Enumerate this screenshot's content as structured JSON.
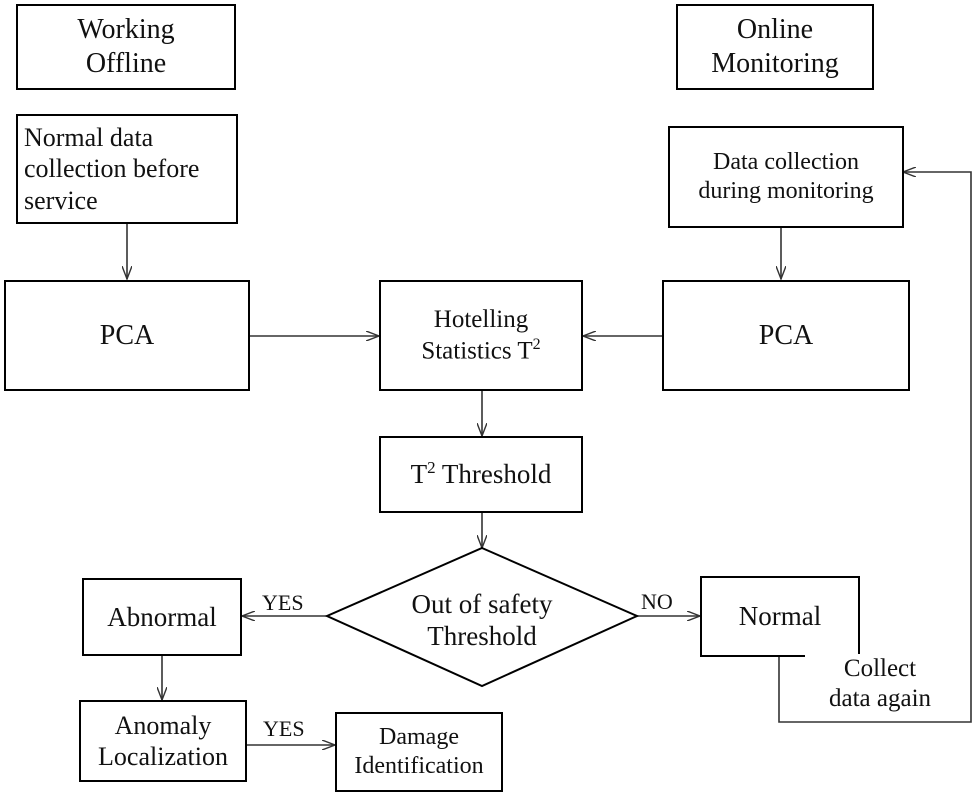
{
  "nodes": {
    "working_offline": "Working\nOffline",
    "online_monitoring": "Online\nMonitoring",
    "normal_data_collection": "Normal data\ncollection before\nservice",
    "data_collection_monitoring": "Data collection\nduring monitoring",
    "pca_left": "PCA",
    "pca_right": "PCA",
    "hotelling_line1": "Hotelling",
    "hotelling_line2": "Statistics T",
    "hotelling_sup": "2",
    "threshold_prefix": "T",
    "threshold_sup": "2",
    "threshold_suffix": " Threshold",
    "decision": "Out of safety\nThreshold",
    "abnormal": "Abnormal",
    "normal": "Normal",
    "anomaly_localization": "Anomaly\nLocalization",
    "damage_identification": "Damage\nIdentification"
  },
  "edge_labels": {
    "yes_abnormal": "YES",
    "no_normal": "NO",
    "yes_damage": "YES",
    "collect_again": "Collect\ndata again"
  }
}
